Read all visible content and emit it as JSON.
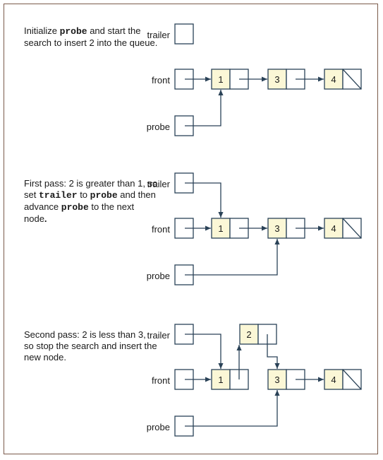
{
  "panels": [
    {
      "desc_parts": [
        {
          "t": "Initialize ",
          "s": "n"
        },
        {
          "t": "probe",
          "s": "m"
        },
        {
          "t": " and start the search to insert 2 into the queue.",
          "s": "n"
        }
      ],
      "labels": {
        "trailer": "trailer",
        "front": "front",
        "probe": "probe"
      },
      "values": [
        "1",
        "3",
        "4"
      ]
    },
    {
      "desc_parts": [
        {
          "t": "First pass: 2 is greater than 1, so set ",
          "s": "n"
        },
        {
          "t": "trailer",
          "s": "m"
        },
        {
          "t": " to ",
          "s": "n"
        },
        {
          "t": "probe",
          "s": "m"
        },
        {
          "t": " and then advance ",
          "s": "n"
        },
        {
          "t": "probe",
          "s": "m"
        },
        {
          "t": " to the next node",
          "s": "n"
        },
        {
          "t": ".",
          "s": "b"
        }
      ],
      "labels": {
        "trailer": "trailer",
        "front": "front",
        "probe": "probe"
      },
      "values": [
        "1",
        "3",
        "4"
      ]
    },
    {
      "desc_parts": [
        {
          "t": "Second pass: 2 is less than 3, so stop the search and insert the new node.",
          "s": "n"
        }
      ],
      "labels": {
        "trailer": "trailer",
        "front": "front",
        "probe": "probe"
      },
      "values": [
        "1",
        "3",
        "4"
      ],
      "new_value": "2"
    }
  ],
  "colors": {
    "node_fill": "#fbf7d6",
    "line": "#2a4257",
    "frame": "#7a5a4a"
  }
}
